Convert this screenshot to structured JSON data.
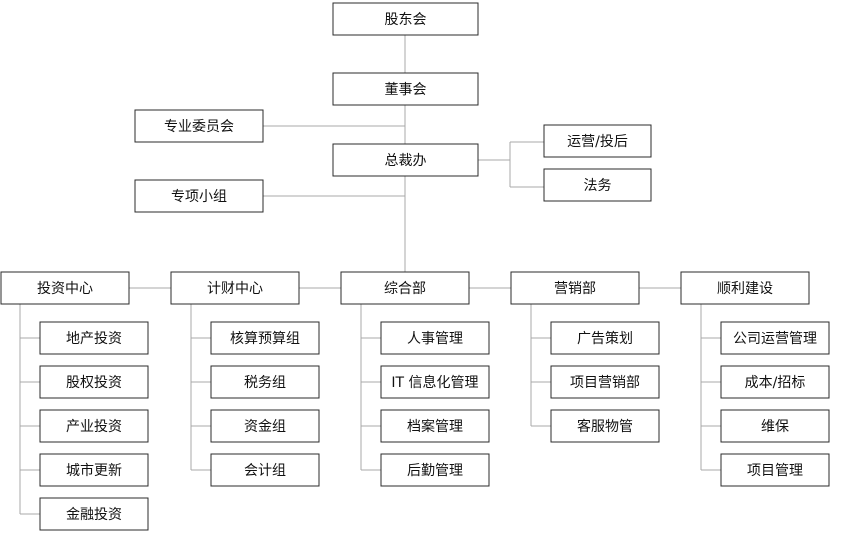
{
  "chart": {
    "root": "股东会",
    "board": "董事会",
    "president_office": "总裁办",
    "committee": "专业委员会",
    "task_force": "专项小组",
    "side": {
      "ops": "运营/投后",
      "legal": "法务"
    },
    "departments": [
      {
        "name": "投资中心",
        "children": [
          "地产投资",
          "股权投资",
          "产业投资",
          "城市更新",
          "金融投资"
        ]
      },
      {
        "name": "计财中心",
        "children": [
          "核算预算组",
          "税务组",
          "资金组",
          "会计组"
        ]
      },
      {
        "name": "综合部",
        "children": [
          "人事管理",
          "IT 信息化管理",
          "档案管理",
          "后勤管理"
        ]
      },
      {
        "name": "营销部",
        "children": [
          "广告策划",
          "项目营销部",
          "客服物管"
        ]
      },
      {
        "name": "顺利建设",
        "children": [
          "公司运营管理",
          "成本/招标",
          "维保",
          "项目管理"
        ]
      }
    ]
  }
}
